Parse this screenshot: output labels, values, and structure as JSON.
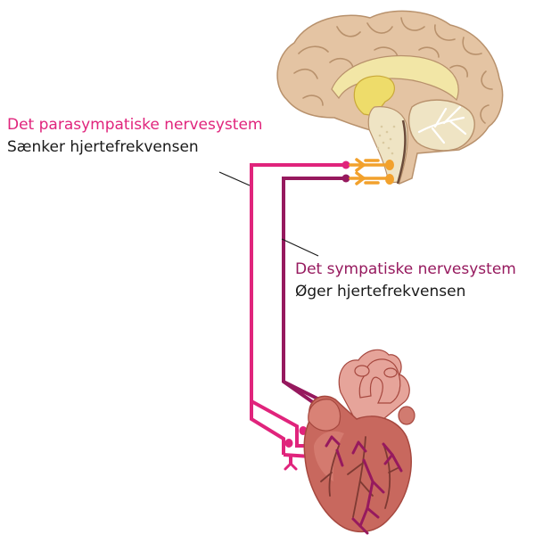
{
  "parasympathetic": {
    "title": "Det parasympatiske nervesystem",
    "description": "Sænker hjertefrekvensen",
    "color": "#e0247c"
  },
  "sympathetic": {
    "title": "Det sympatiske nervesystem",
    "description": "Øger hjertefrekvensen",
    "color": "#96195e"
  },
  "colors": {
    "brain": "#e4c4a3",
    "brain_outline": "#b8916c",
    "thalamus": "#eedc6a",
    "cerebellum": "#efe4c4",
    "synapse": "#f2a12c",
    "heart": "#c8685e",
    "heart_light": "#e6a49a",
    "heart_dark": "#a6483f"
  }
}
